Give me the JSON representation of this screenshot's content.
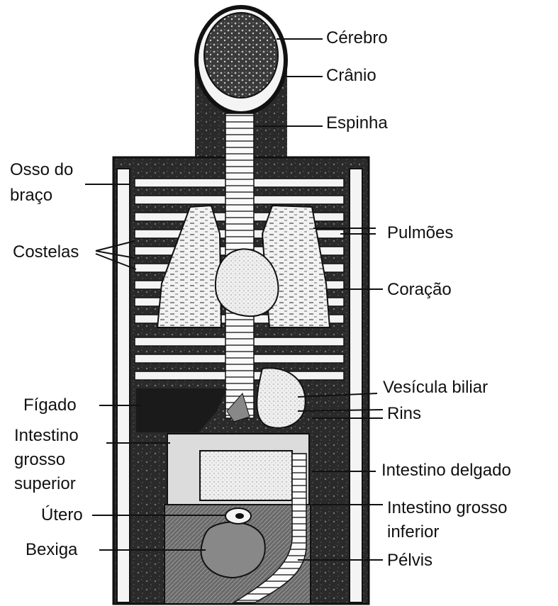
{
  "labels": {
    "cerebro": "Cérebro",
    "cranio": "Crânio",
    "espinha": "Espinha",
    "osso_do_braco": "Osso do\nbraço",
    "pulmoes": "Pulmões",
    "costelas": "Costelas",
    "coracao": "Coração",
    "vesicula_biliar": "Vesícula biliar",
    "rins": "Rins",
    "figado": "Fígado",
    "intestino_grosso_superior": "Intestino\ngrosso\nsuperior",
    "intestino_delgado": "Intestino delgado",
    "intestino_grosso_inferior": "Intestino grosso\ninferior",
    "utero": "Útero",
    "bexiga": "Bexiga",
    "pelvis": "Pélvis"
  },
  "colors": {
    "body_dark": "#1f1f1f",
    "bone": "#f4f4f4",
    "organ_light": "#e8e8e8",
    "ink": "#111111"
  }
}
